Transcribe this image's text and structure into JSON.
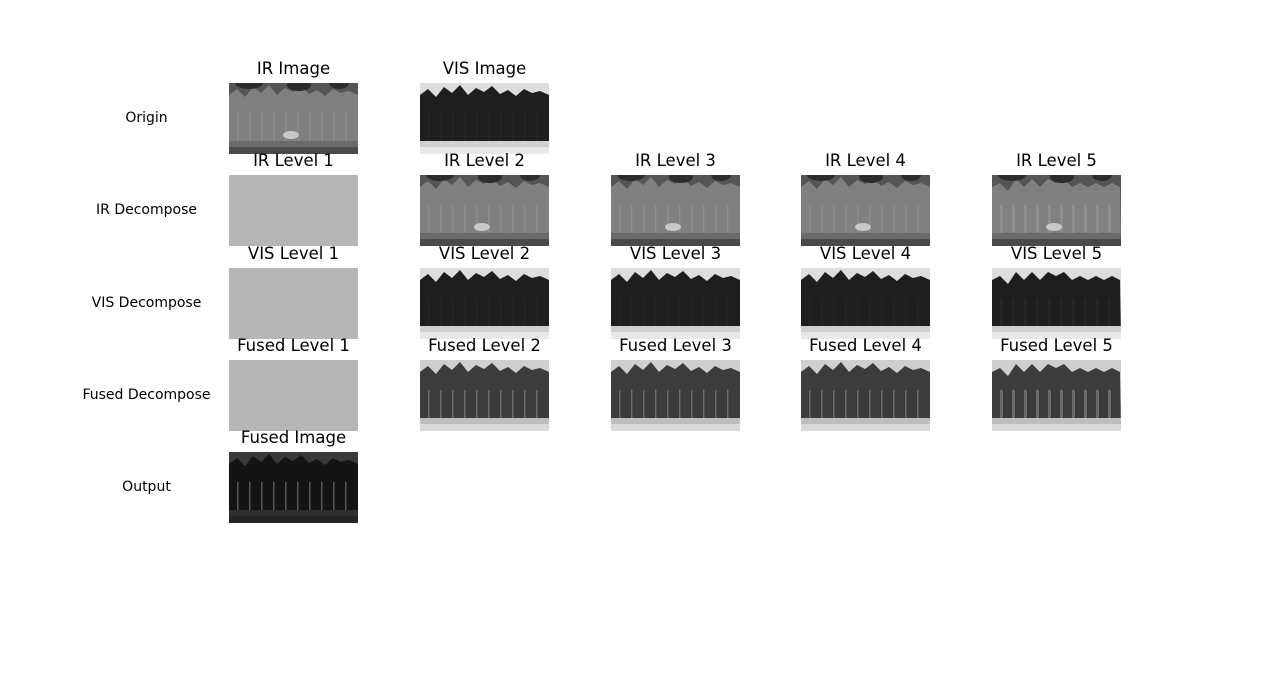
{
  "rows": [
    {
      "label": "Origin",
      "panels": [
        {
          "title": "IR Image",
          "scene": "ir-origin"
        },
        {
          "title": "VIS Image",
          "scene": "vis-origin"
        }
      ]
    },
    {
      "label": "IR Decompose",
      "panels": [
        {
          "title": "IR Level 1",
          "scene": "flat"
        },
        {
          "title": "IR Level 2",
          "scene": "ir"
        },
        {
          "title": "IR Level 3",
          "scene": "ir"
        },
        {
          "title": "IR Level 4",
          "scene": "ir"
        },
        {
          "title": "IR Level 5",
          "scene": "ir-blocky"
        }
      ]
    },
    {
      "label": "VIS Decompose",
      "panels": [
        {
          "title": "VIS Level 1",
          "scene": "flat"
        },
        {
          "title": "VIS Level 2",
          "scene": "vis"
        },
        {
          "title": "VIS Level 3",
          "scene": "vis"
        },
        {
          "title": "VIS Level 4",
          "scene": "vis"
        },
        {
          "title": "VIS Level 5",
          "scene": "vis-blocky"
        }
      ]
    },
    {
      "label": "Fused Decompose",
      "panels": [
        {
          "title": "Fused Level 1",
          "scene": "flat"
        },
        {
          "title": "Fused Level 2",
          "scene": "fused"
        },
        {
          "title": "Fused Level 3",
          "scene": "fused"
        },
        {
          "title": "Fused Level 4",
          "scene": "fused"
        },
        {
          "title": "Fused Level 5",
          "scene": "fused-blocky"
        }
      ]
    },
    {
      "label": "Output",
      "panels": [
        {
          "title": "Fused Image",
          "scene": "dark"
        }
      ]
    }
  ]
}
